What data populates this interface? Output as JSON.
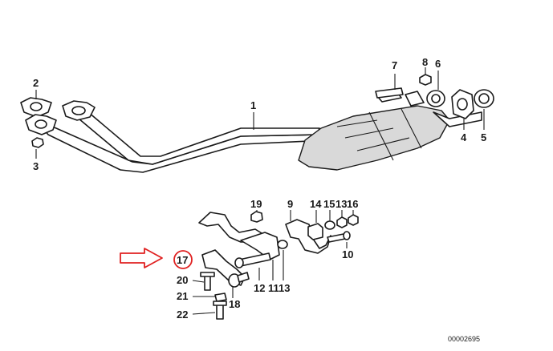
{
  "diagram": {
    "callouts": {
      "p1": "1",
      "p2": "2",
      "p3": "3",
      "p4": "4",
      "p5": "5",
      "p6": "6",
      "p7": "7",
      "p8": "8",
      "p9": "9",
      "p10": "10",
      "p11": "11",
      "p12": "12",
      "p13a": "13",
      "p13b": "13",
      "p14": "14",
      "p15": "15",
      "p16": "16",
      "p17": "17",
      "p18": "18",
      "p19": "19",
      "p20": "20",
      "p21": "21",
      "p22": "22"
    },
    "catalog_number": "00002695",
    "highlighted_part": "17",
    "colors": {
      "highlight": "#e02020",
      "ink": "#1a1a1a"
    }
  }
}
